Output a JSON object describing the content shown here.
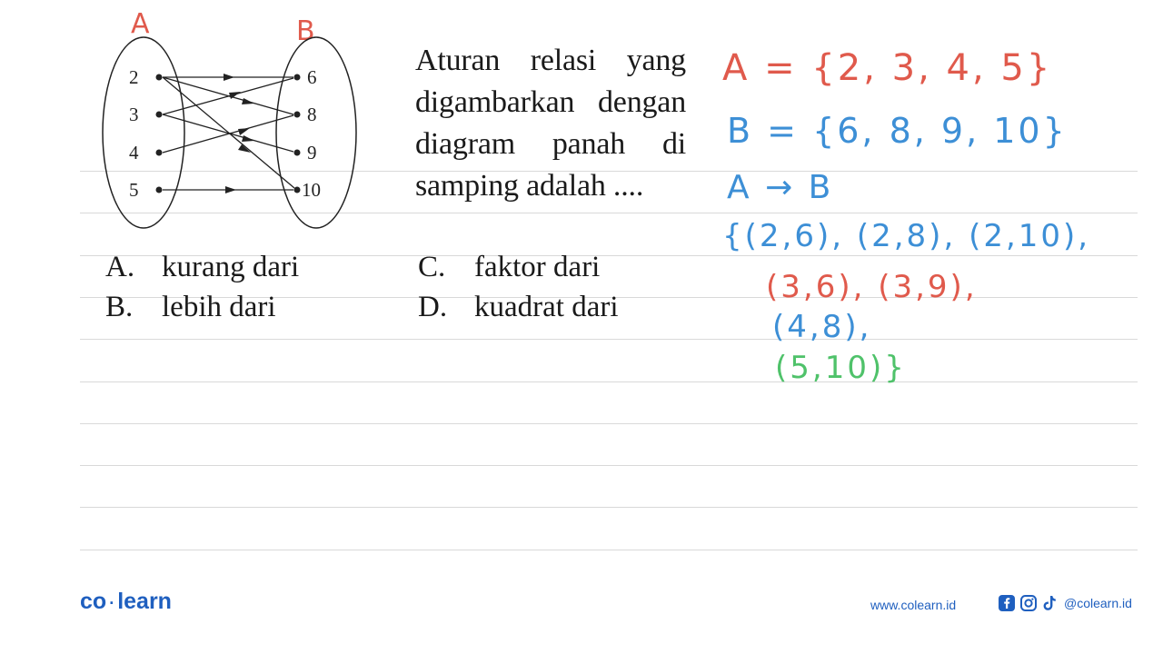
{
  "diagram": {
    "set_a_label": "A",
    "set_b_label": "B",
    "a_values": [
      "2",
      "3",
      "4",
      "5"
    ],
    "b_values": [
      "6",
      "8",
      "9",
      "10"
    ]
  },
  "question": {
    "text": "Aturan relasi yang digambarkan dengan diagram panah di samping adalah ....",
    "options": [
      {
        "letter": "A.",
        "text": "kurang dari"
      },
      {
        "letter": "B.",
        "text": "lebih dari"
      },
      {
        "letter": "C.",
        "text": "faktor dari"
      },
      {
        "letter": "D.",
        "text": "kuadrat dari"
      }
    ]
  },
  "handwriting": {
    "line1": "A = {2, 3, 4, 5}",
    "line2": "B = {6, 8, 9, 10}",
    "line3": "A → B",
    "line4": "{(2,6), (2,8), (2,10),",
    "line5": "(3,6), (3,9),",
    "line6": "(4,8),",
    "line7": "(5,10)}",
    "colors": {
      "red": "#e05a4c",
      "blue": "#3d8fd6",
      "green": "#4fc26a"
    }
  },
  "footer": {
    "brand_co": "co",
    "brand_learn": "learn",
    "url": "www.colearn.id",
    "handle": "@colearn.id",
    "icons": [
      "facebook-icon",
      "instagram-icon",
      "tiktok-icon"
    ],
    "brand_color": "#1f5fbf"
  }
}
